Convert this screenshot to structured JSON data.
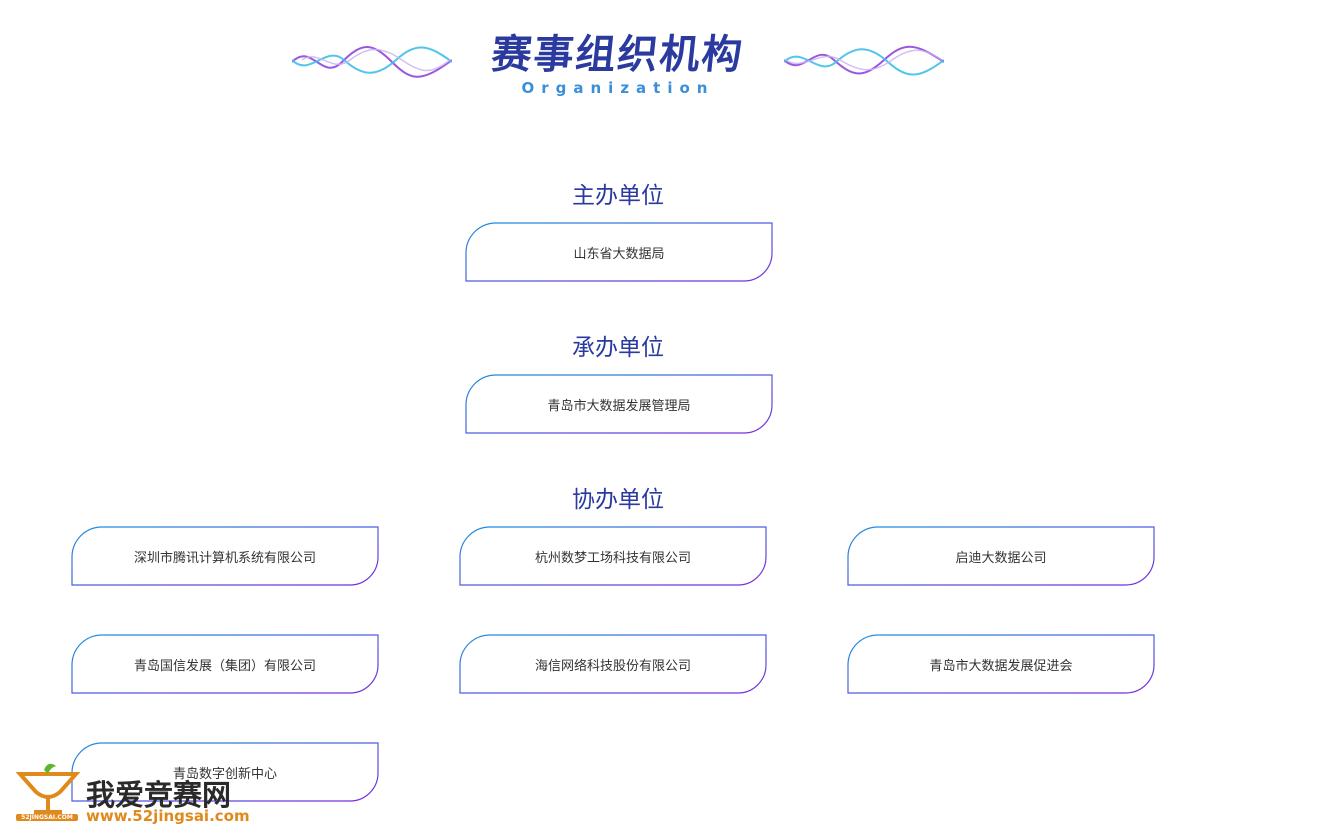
{
  "header": {
    "title": "赛事组织机构",
    "subtitle": "Organization"
  },
  "sections": {
    "host": {
      "title": "主办单位",
      "items": [
        "山东省大数据局"
      ]
    },
    "organizer": {
      "title": "承办单位",
      "items": [
        "青岛市大数据发展管理局"
      ]
    },
    "coorganizer": {
      "title": "协办单位",
      "items": [
        "深圳市腾讯计算机系统有限公司",
        "杭州数梦工场科技有限公司",
        "启迪大数据公司",
        "青岛国信发展（集团）有限公司",
        "海信网络科技股份有限公司",
        "青岛市大数据发展促进会",
        "青岛数字创新中心"
      ]
    }
  },
  "watermark": {
    "name": "我爱竞赛网",
    "url": "www.52jingsai.com",
    "badge": "52JINGSAI.COM"
  },
  "colors": {
    "accent": "#2b3aa0",
    "gradient_start": "#1e90e0",
    "gradient_end": "#7a2be0",
    "watermark_orange": "#e08a1e"
  }
}
